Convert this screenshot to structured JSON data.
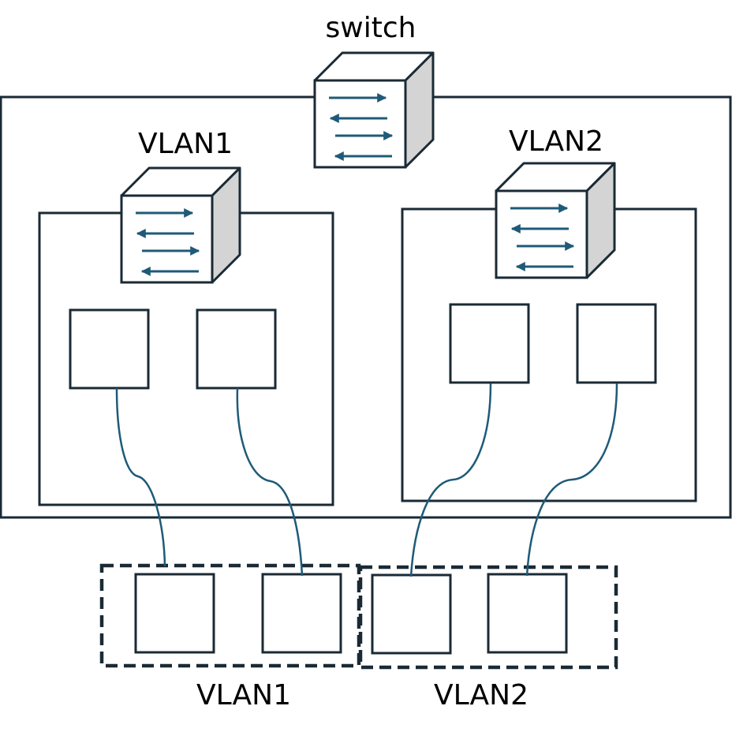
{
  "labels": {
    "switch": "switch",
    "vlan1_top": "VLAN1",
    "vlan2_top": "VLAN2",
    "vlan1_bottom": "VLAN1",
    "vlan2_bottom": "VLAN2"
  },
  "colors": {
    "line": "#1a2a35",
    "arrow": "#1f5a78",
    "cable": "#1f5a78",
    "cube_side": "#d4d4d4"
  },
  "icons": {
    "switch_cube": "network-switch-icon"
  }
}
